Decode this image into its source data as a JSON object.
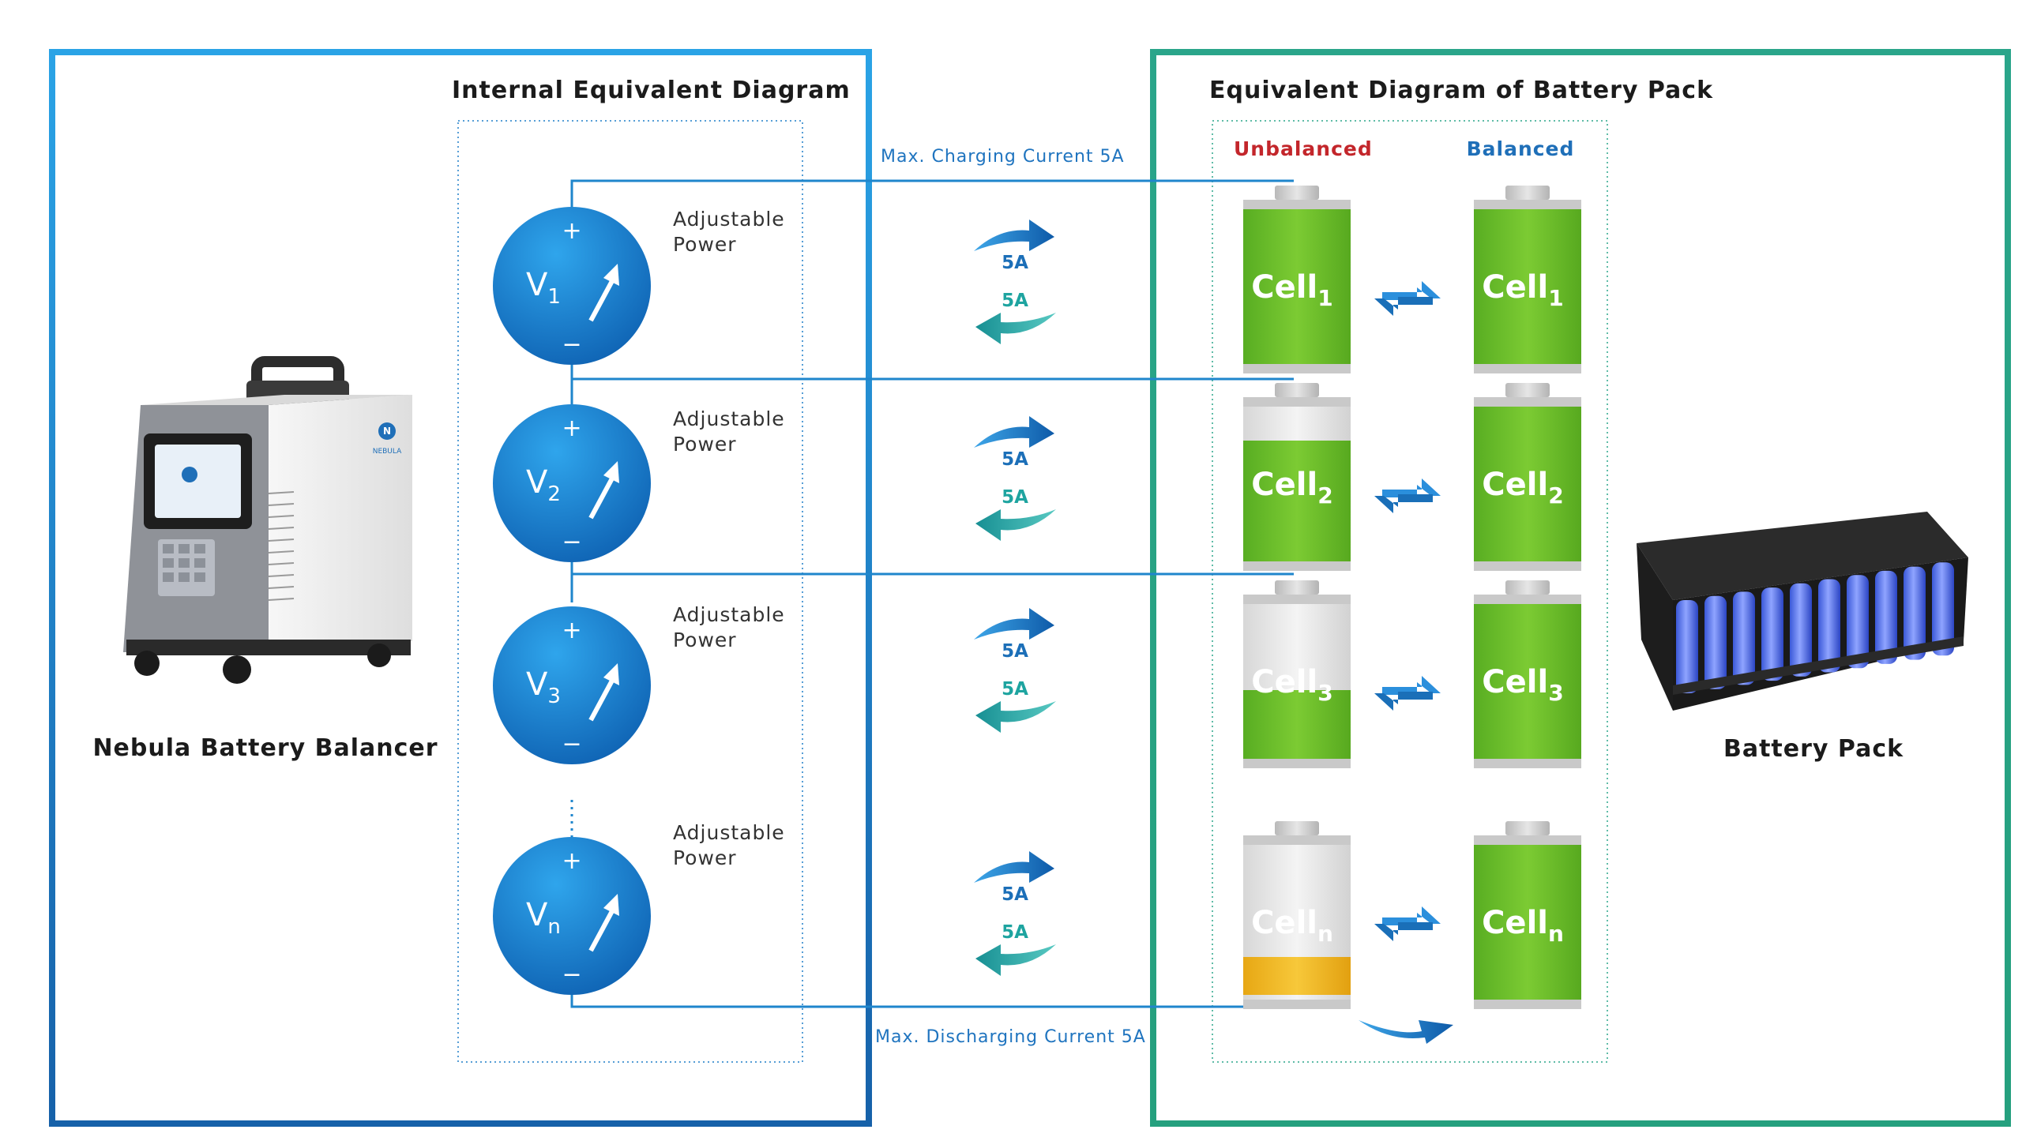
{
  "titles": {
    "internal": "Internal Equivalent Diagram",
    "pack_diagram": "Equivalent Diagram of Battery Pack",
    "device": "Nebula Battery Balancer",
    "battery_pack": "Battery Pack"
  },
  "states": {
    "unbalanced": "Unbalanced",
    "balanced": "Balanced"
  },
  "currents": {
    "charging": "Max. Charging Current 5A",
    "discharging": "Max. Discharging Current 5A",
    "arrow_value": "5A"
  },
  "sources": [
    {
      "symbol": "V",
      "sub": "1",
      "label_line1": "Adjustable",
      "label_line2": "Power",
      "plus": "+",
      "minus": "−"
    },
    {
      "symbol": "V",
      "sub": "2",
      "label_line1": "Adjustable",
      "label_line2": "Power",
      "plus": "+",
      "minus": "−"
    },
    {
      "symbol": "V",
      "sub": "3",
      "label_line1": "Adjustable",
      "label_line2": "Power",
      "plus": "+",
      "minus": "−"
    },
    {
      "symbol": "V",
      "sub": "n",
      "label_line1": "Adjustable",
      "label_line2": "Power",
      "plus": "+",
      "minus": "−"
    }
  ],
  "cells_unbalanced": [
    {
      "name": "Cell",
      "sub": "1",
      "fill": 1.0,
      "color": "#6cbf2a"
    },
    {
      "name": "Cell",
      "sub": "2",
      "fill": 0.75,
      "color": "#6cbf2a"
    },
    {
      "name": "Cell",
      "sub": "3",
      "fill": 0.45,
      "color": "#6cbf2a"
    },
    {
      "name": "Cell",
      "sub": "n",
      "fill": 0.22,
      "color": "#f0b818"
    }
  ],
  "cells_balanced": [
    {
      "name": "Cell",
      "sub": "1",
      "fill": 1.0,
      "color": "#6cbf2a"
    },
    {
      "name": "Cell",
      "sub": "2",
      "fill": 1.0,
      "color": "#6cbf2a"
    },
    {
      "name": "Cell",
      "sub": "3",
      "fill": 1.0,
      "color": "#6cbf2a"
    },
    {
      "name": "Cell",
      "sub": "n",
      "fill": 1.0,
      "color": "#6cbf2a"
    }
  ],
  "device": {
    "brand": "NEBULA",
    "logo_letter": "N"
  },
  "colors": {
    "left_frame": "#1f8fd8",
    "right_frame": "#2aa58a",
    "wire": "#1f86cc",
    "unbalanced_text": "#c3262b",
    "balanced_text": "#1f6fb8"
  }
}
